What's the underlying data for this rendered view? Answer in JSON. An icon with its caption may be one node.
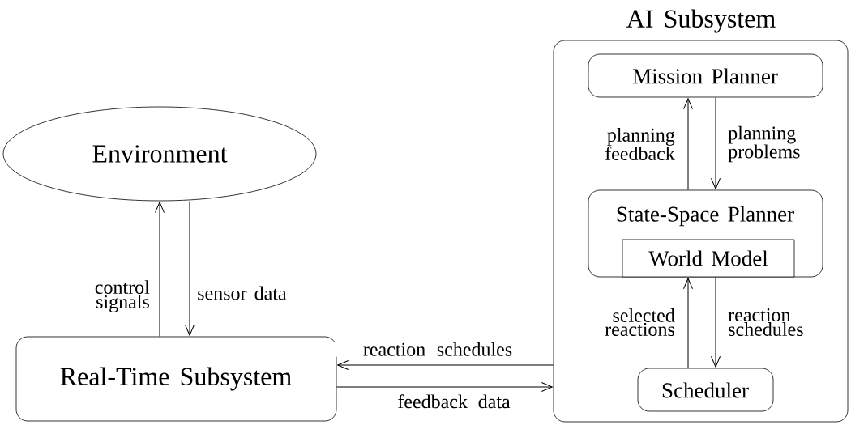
{
  "diagram": {
    "nodes": [
      {
        "text": [
          "AI Subsystem"
        ]
      },
      {
        "text": [
          "Mission Planner"
        ],
        "in": 0
      },
      {
        "text": [
          "State-Space Planner"
        ],
        "in": 0
      },
      {
        "text": [
          "World Model"
        ],
        "in": 2
      },
      {
        "text": [
          "Scheduler"
        ],
        "in": 0
      },
      {
        "text": [
          "Environment"
        ]
      },
      {
        "text": [
          "Real-Time Subsystem"
        ]
      }
    ],
    "edges": [
      {
        "from": 2,
        "to": 1,
        "arrow": "to",
        "label": "planning feedback"
      },
      {
        "from": 1,
        "to": 2,
        "arrow": "to",
        "label": "planning problems"
      },
      {
        "from": 4,
        "to": 3,
        "arrow": "to",
        "label": "selected reactions"
      },
      {
        "from": 3,
        "to": 4,
        "arrow": "to",
        "label": "reaction schedules"
      },
      {
        "from": 6,
        "to": 5,
        "arrow": "to",
        "label": "control signals"
      },
      {
        "from": 5,
        "to": 6,
        "arrow": "to",
        "label": "sensor data"
      },
      {
        "from": 0,
        "to": 6,
        "arrow": "to",
        "label": "reaction schedules"
      },
      {
        "from": 6,
        "to": 0,
        "arrow": "to",
        "label": "feedback data"
      }
    ]
  }
}
